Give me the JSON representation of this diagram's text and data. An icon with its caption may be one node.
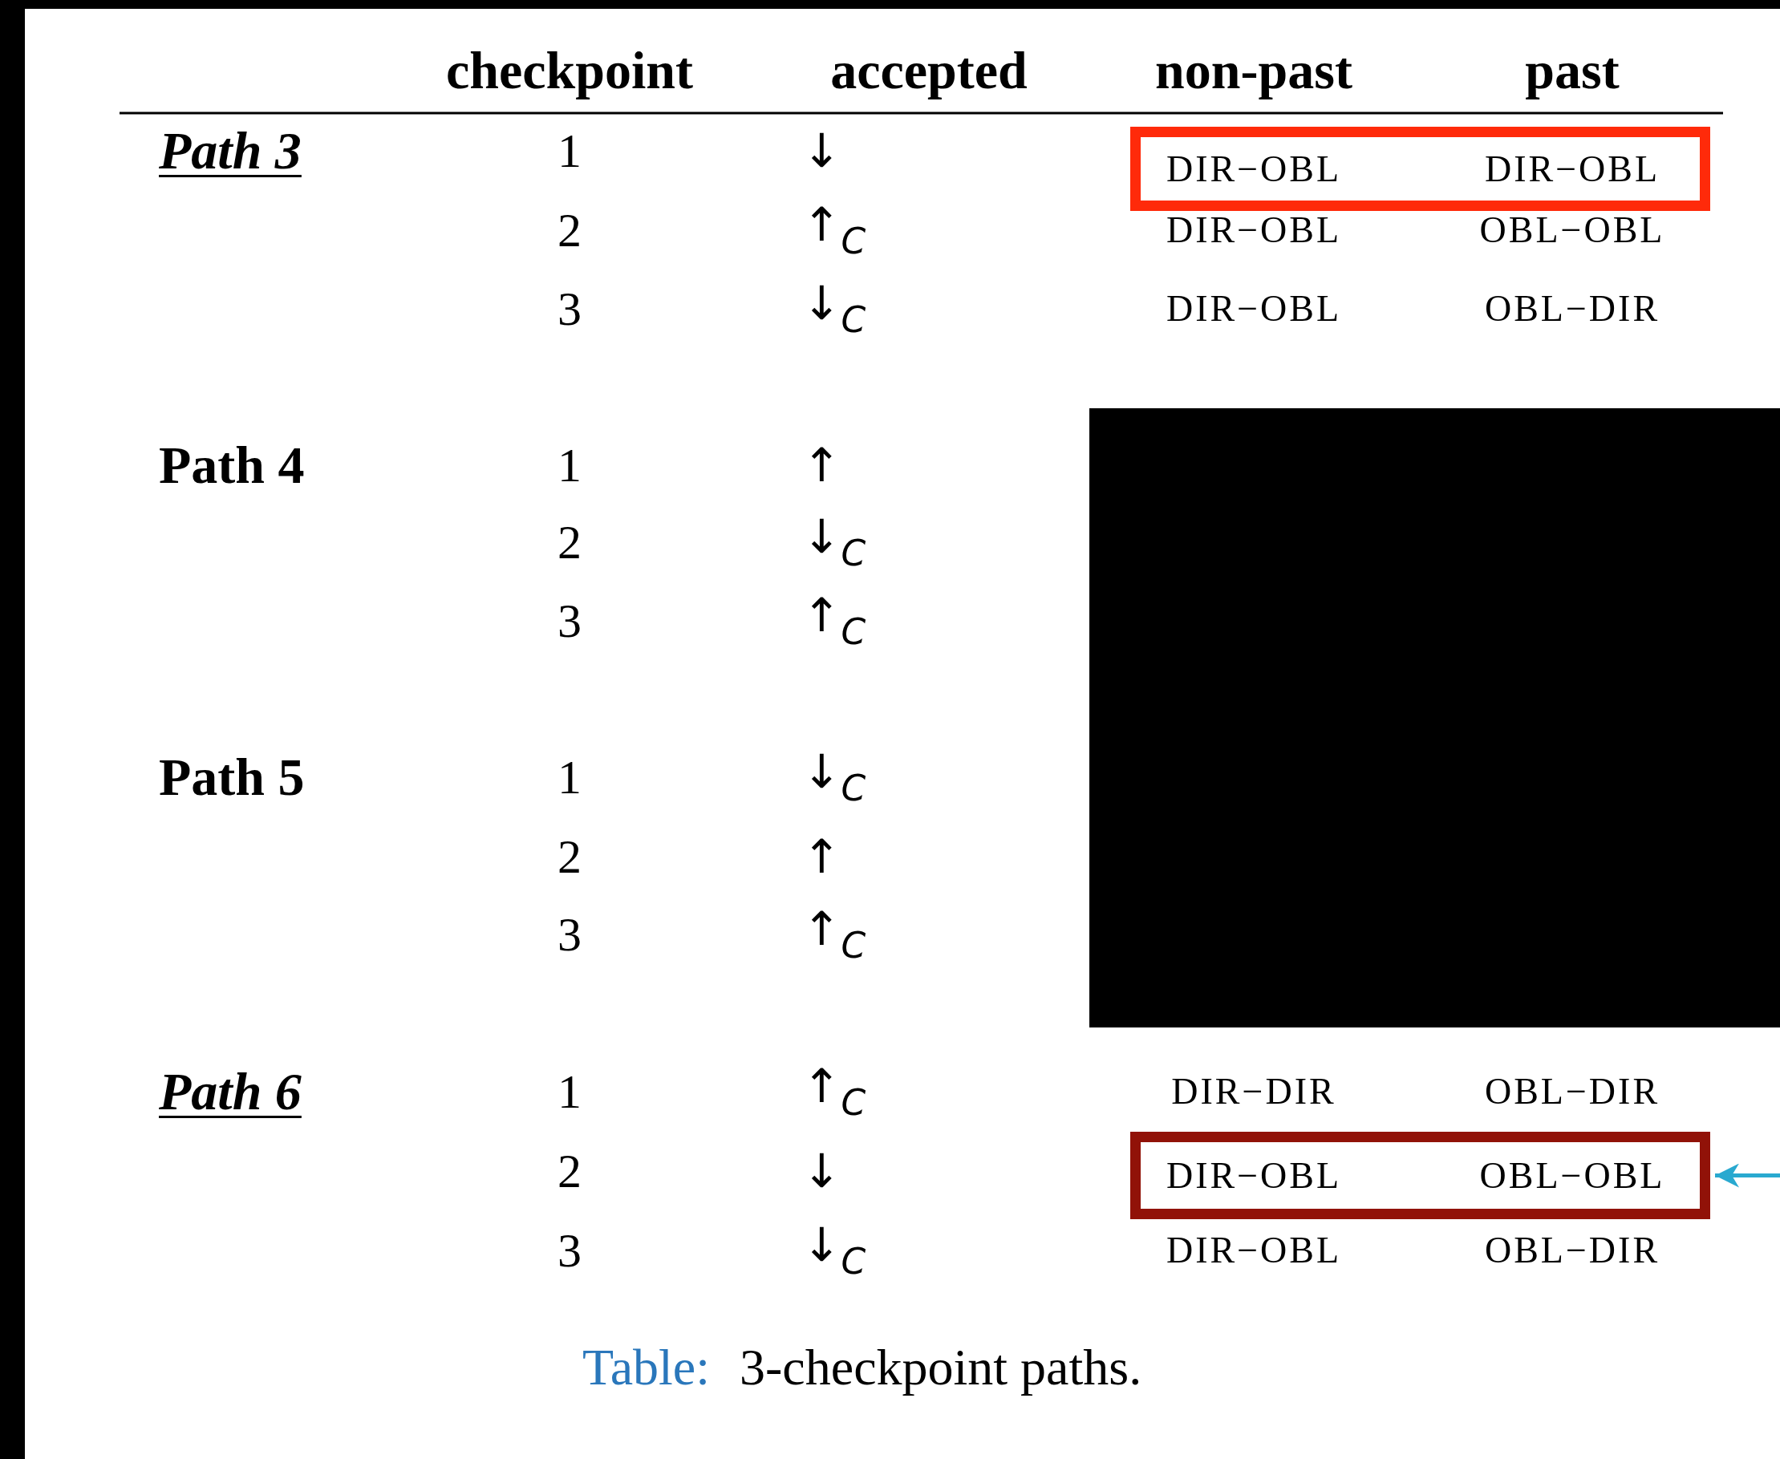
{
  "diagram": {
    "caption": "3-checkpoint paths.",
    "nodes": [
      {
        "text": [
          "DIR−OBL",
          "DIR−OBL"
        ]
      },
      {
        "text": [
          "DIR−OBL",
          "OBL−OBL"
        ]
      }
    ],
    "edges": [
      {
        "from": null,
        "to": 1,
        "arrow": "to",
        "color": "#29a9d0"
      }
    ],
    "labels": [
      "checkpoint",
      "accepted",
      "non-past",
      "past",
      "Path 3",
      "1",
      "↓",
      "2",
      "↑$_{C}$",
      "DIR−OBL",
      "OBL−OBL",
      "3",
      "↓$_{C}$",
      "DIR−OBL",
      "OBL−DIR",
      "Path 4",
      "1",
      "↑",
      "2",
      "↓$_{C}$",
      "3",
      "↑$_{C}$",
      "Path 5",
      "1",
      "↓$_{C}$",
      "2",
      "↑",
      "3",
      "↑$_{C}$",
      "Path 6",
      "1",
      "↑$_{C}$",
      "DIR−DIR",
      "OBL−DIR",
      "2",
      "↓",
      "3",
      "↓$_{C}$",
      "DIR−OBL",
      "OBL−DIR",
      "Table:"
    ]
  }
}
